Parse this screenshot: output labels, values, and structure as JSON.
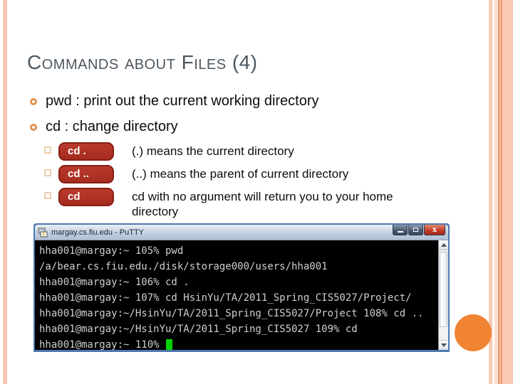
{
  "slide": {
    "title": "Commands about Files (4)",
    "bullets": [
      {
        "label": "pwd : print out the current working directory"
      },
      {
        "label": "cd : change directory"
      }
    ],
    "sub_items": [
      {
        "button": "cd .",
        "description": "(.) means the current directory"
      },
      {
        "button": "cd ..",
        "description": "(..) means the parent of current directory"
      },
      {
        "button": "cd",
        "description": "cd with no argument will return you to your home directory"
      }
    ]
  },
  "terminal": {
    "title": "margay.cs.fiu.edu - PuTTY",
    "window_controls": [
      "minimize",
      "maximize",
      "close"
    ],
    "close_glyph": "x",
    "lines": [
      "hha001@margay:~ 105% pwd",
      "/a/bear.cs.fiu.edu./disk/storage000/users/hha001",
      "hha001@margay:~ 106% cd .",
      "hha001@margay:~ 107% cd HsinYu/TA/2011_Spring_CIS5027/Project/",
      "hha001@margay:~/HsinYu/TA/2011_Spring_CIS5027/Project 108% cd ..",
      "hha001@margay:~/HsinYu/TA/2011_Spring_CIS5027 109% cd",
      "hha001@margay:~ 110% "
    ]
  },
  "colors": {
    "title_text": "#4c565f",
    "bullet_ring": "#e0914f",
    "checkbox_square": "#eeceae",
    "command_button_fill": "#a52c20",
    "command_button_border": "#871f14",
    "stripe_salmon": "#f7cab4",
    "stripe_orange_line": "#e89a6b",
    "window_border_blue": "#4d79ae",
    "titlebar_blue": "#c3d0e0",
    "close_button_red": "#c23a24",
    "terminal_background": "#000000",
    "terminal_text": "#cfcfcf",
    "cursor_green": "#00d400",
    "accent_circle_orange": "#f18432"
  }
}
